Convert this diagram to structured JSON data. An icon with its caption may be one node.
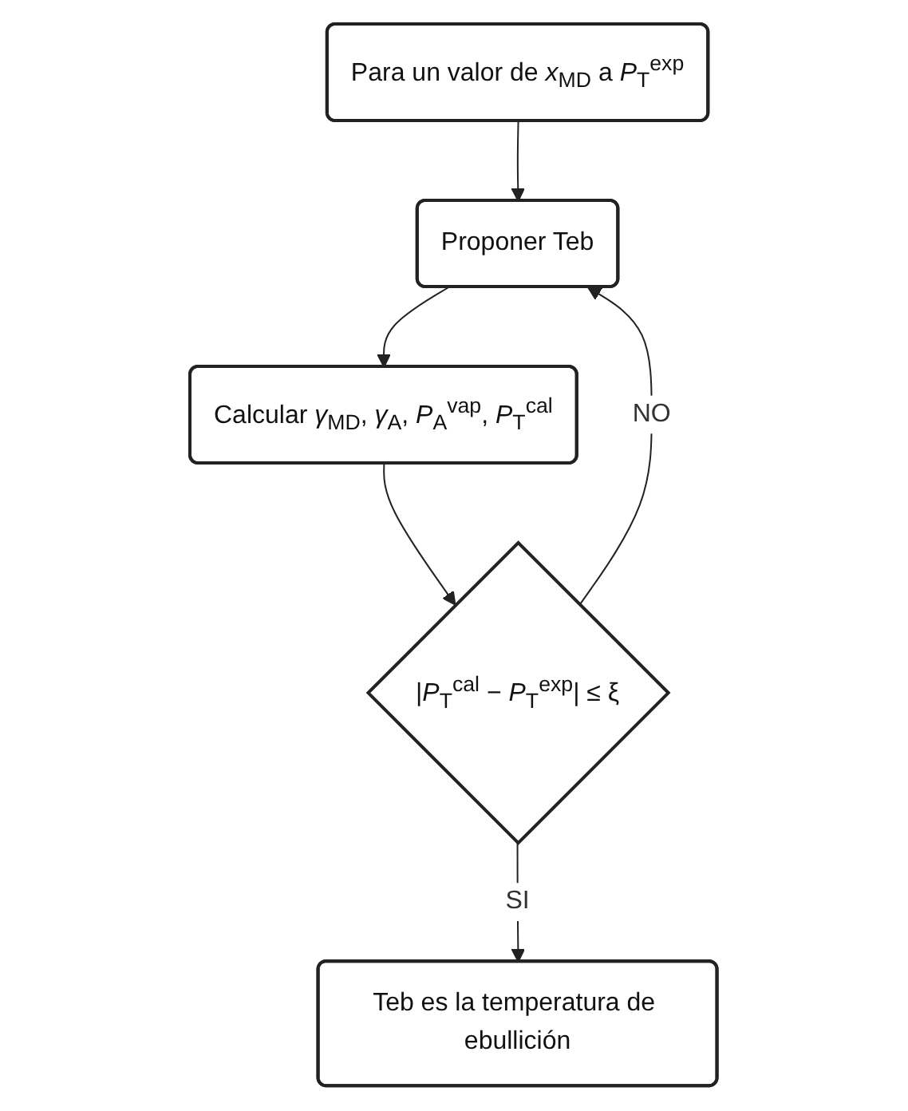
{
  "diagram": {
    "nodes": [
      {
        "text": [
          "Para un valor de *x*$_{MD}$ a *P*$_{T}$$^{exp}$"
        ]
      },
      {
        "text": [
          "Proponer Teb"
        ]
      },
      {
        "text": [
          "Calcular *γ*$_{MD}$, *γ*$_{A}$, *P*$_{A}$$^{vap}$, *P*$_{T}$$^{cal}$"
        ]
      },
      {
        "text": [
          "|*P*$_{T}$$^{cal}$ − *P*$_{T}$$^{exp}$| ≤ ξ"
        ]
      },
      {
        "text": [
          "Teb es la temperatura de ebullición"
        ]
      }
    ],
    "edges": [
      {
        "from": 0,
        "to": 1,
        "arrow": "to"
      },
      {
        "from": 1,
        "to": 2,
        "arrow": "to"
      },
      {
        "from": 2,
        "to": 3,
        "arrow": "to"
      },
      {
        "from": 3,
        "to": 1,
        "arrow": "to",
        "label": "NO"
      },
      {
        "from": 3,
        "to": 4,
        "arrow": "to",
        "label": "SI"
      }
    ]
  }
}
